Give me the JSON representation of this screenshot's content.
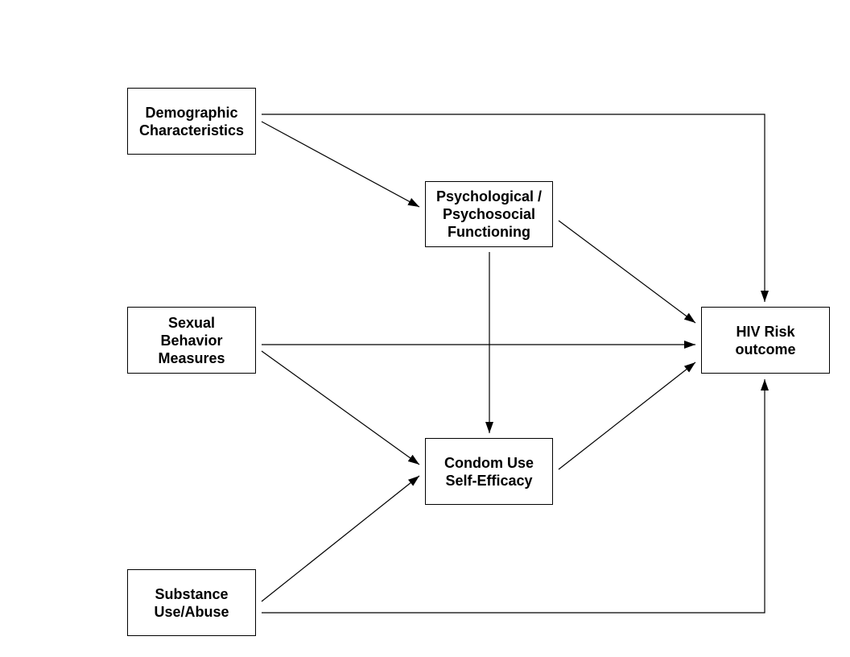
{
  "nodes": {
    "demographic": {
      "label": "Demographic\nCharacteristics"
    },
    "psychological": {
      "label": "Psychological /\nPsychosocial\nFunctioning"
    },
    "sexual_behavior": {
      "label": "Sexual\nBehavior\nMeasures"
    },
    "hiv_risk": {
      "label": "HIV Risk\noutcome"
    },
    "condom_use": {
      "label": "Condom Use\nSelf-Efficacy"
    },
    "substance_use": {
      "label": "Substance\nUse/Abuse"
    }
  },
  "edges": [
    {
      "from": "demographic",
      "to": "hiv_risk"
    },
    {
      "from": "demographic",
      "to": "psychological"
    },
    {
      "from": "psychological",
      "to": "hiv_risk"
    },
    {
      "from": "psychological",
      "to": "condom_use"
    },
    {
      "from": "sexual_behavior",
      "to": "hiv_risk"
    },
    {
      "from": "sexual_behavior",
      "to": "condom_use"
    },
    {
      "from": "condom_use",
      "to": "hiv_risk"
    },
    {
      "from": "substance_use",
      "to": "condom_use"
    },
    {
      "from": "substance_use",
      "to": "hiv_risk"
    }
  ],
  "colors": {
    "stroke": "#000000",
    "background": "#ffffff"
  }
}
